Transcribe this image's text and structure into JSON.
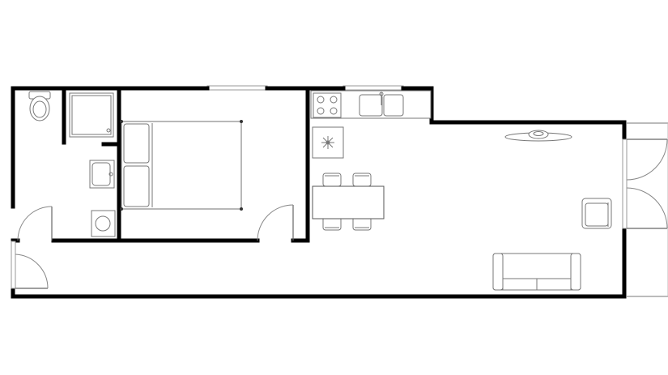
{
  "plan": {
    "kind": "floor-plan",
    "style": "monochrome line drawing",
    "colors": {
      "wall": "#000000",
      "fixture": "#777777",
      "background": "#ffffff"
    },
    "rooms": [
      "bathroom",
      "bedroom",
      "kitchen-living",
      "hallway"
    ],
    "fixtures": [
      "toilet",
      "shower-tray",
      "bathroom-sink",
      "washing-machine",
      "double-bed",
      "cooktop",
      "kitchen-sink",
      "fridge",
      "dining-table",
      "dining-chair",
      "ceiling-lamp",
      "armchair",
      "sofa"
    ]
  }
}
